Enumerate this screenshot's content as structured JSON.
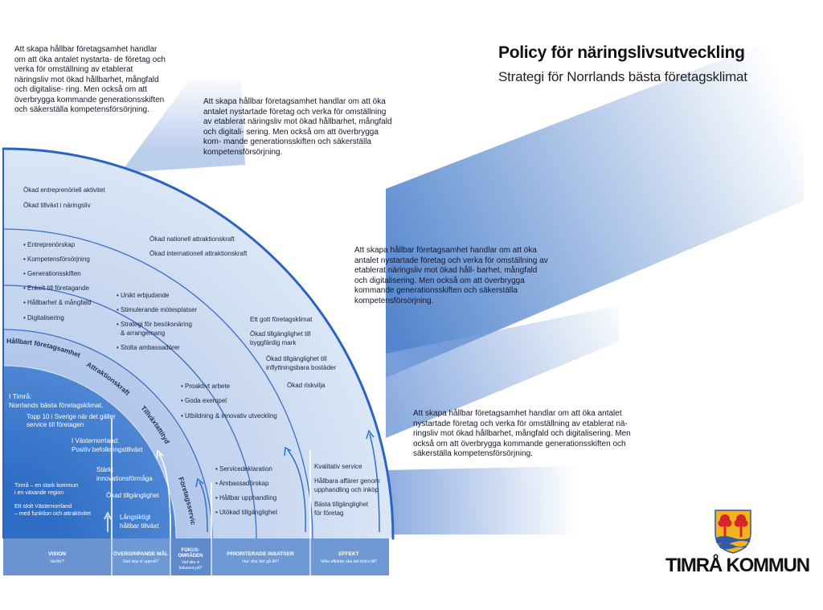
{
  "title": "Policy för näringslivsutveckling",
  "subtitle": "Strategi för Norrlands bästa företagsklimat",
  "brand": "TIMRÅ KOMMUN",
  "paragraphs": {
    "p1": "Att skapa hållbar företagsamhet handlar om att öka antalet nystarta- de företag och verka för omställning av etablerat näringsliv mot ökad hållbarhet, mångfald och digitalise- ring. Men också om att överbrygga kommande generationsskiften och säkerställa kompetensförsörjning.",
    "p2": "Att skapa hållbar företagsamhet handlar om att öka antalet nystartade företag och verka för omställning av etablerat näringsliv mot ökad hållbarhet, mångfald och digitali- sering. Men också om att överbrygga kom- mande generationsskiften och säkerställa kompetensförsörjning.",
    "p3": "Att skapa hållbar företagsamhet handlar om att öka antalet nystartade företag och verka för omställning av etablerat näringsliv mot ökad håll- barhet, mångfald och digitalisering. Men också om att överbrygga kommande generationsskiften och säkerställa kompetensförsörjning.",
    "p4": "Att skapa hållbar företagsamhet handlar om att öka antalet nystartade företag och verka för omställning av etablerat nä- ringsliv mot ökad hållbarhet, mångfald och digitalisering. Men också om att överbrygga kommande generationsskiften och säkerställa kompetensförsörjning."
  },
  "arc_labels": [
    "Hållbart företagsamhet",
    "Attraktionskraft",
    "Tillväxtattityd",
    "Företagsservice"
  ],
  "texts": {
    "t1": "Ökad entreprenöriell aktivitet",
    "t2": "Ökad tillväxt i näringsliv",
    "t3": "• Entreprenörskap",
    "t4": "• Kompetensförsörjning",
    "t5": "• Generationsskiften",
    "t6": "• Enkelt till företagande",
    "t7": "• Hållbarhet & mångfald",
    "t8": "• Digitalisering",
    "t9": "Ökad nationell attraktionskraft",
    "t10": "Ökad internationell attraktionskraft",
    "t11": "• Unikt erbjudande",
    "t12": "• Stimulerande mötesplatser",
    "t13": "• Strategi för besöksnäring",
    "t14": "& arrangemang",
    "t15": "• Stolta ambassadörer",
    "t16": "Ett gott företagsklimat",
    "t17": "Ökad tillgänglighet till",
    "t18": "byggfärdig mark",
    "t19": "Ökad tillgänglighet till",
    "t20": "inflyttningsbara bostäder",
    "t21": "Ökad riskvilja",
    "t22": "• Proaktivt arbete",
    "t23": "• Goda exempel",
    "t24": "• Utbildning & innovativ utveckling",
    "t25": "• Servicedeklaration",
    "t26": "• Ambassadörskap",
    "t27": "• Hållbar upphandling",
    "t28": "• Utökad tillgänglighet",
    "t29": "Kvalitativ service",
    "t30": "Hållbara affärer genom",
    "t31": "upphandling och inköp",
    "t32": "Bästa tillgänglighet",
    "t33": "för företag",
    "t34": "I Timrå:",
    "t35": "Norrlands bästa företagsklimat.",
    "t36": "Topp 10 i Sverige när det gäller",
    "t37": "service  till företagen",
    "t38": "I Västernorrland:",
    "t39": "Positiv befolkningstillväxt",
    "t40": "Stärkt",
    "t41": "innovationsförmåga",
    "t42": "Ökad tillgänglighet",
    "t43": "Långsiktigt",
    "t44": "hållbar tillväxt",
    "t45": "Timrå – en stark kommun",
    "t46": "i en växande region",
    "t47": "Ett stolt Västernorrland",
    "t48": "– med funktion och attraktivitet",
    "b1": "VISION",
    "b2": "Varför?",
    "b3": "ÖVERGRIPANDE MÅL",
    "b4": "Vad ska vi uppnå?",
    "b5": "FOKUS-",
    "b6": "OMRÅDEN",
    "b7": "Vad ska vi",
    "b8": "fokusera på?",
    "b9": "PRIORITERADE INSATSER",
    "b10": "Hur ska det gå till?",
    "b11": "EFFEKT",
    "b12": "Vilka effekter ska det bidra till?"
  },
  "colors": {
    "primary_blue": "#2f6fc6",
    "mid_blue": "#8fb0df",
    "light_blue": "#c9d9f0",
    "bottom_bar": "#6f99d4",
    "crest_yellow": "#f2b320",
    "crest_red": "#d7262b",
    "crest_blue": "#2f5aa8"
  }
}
